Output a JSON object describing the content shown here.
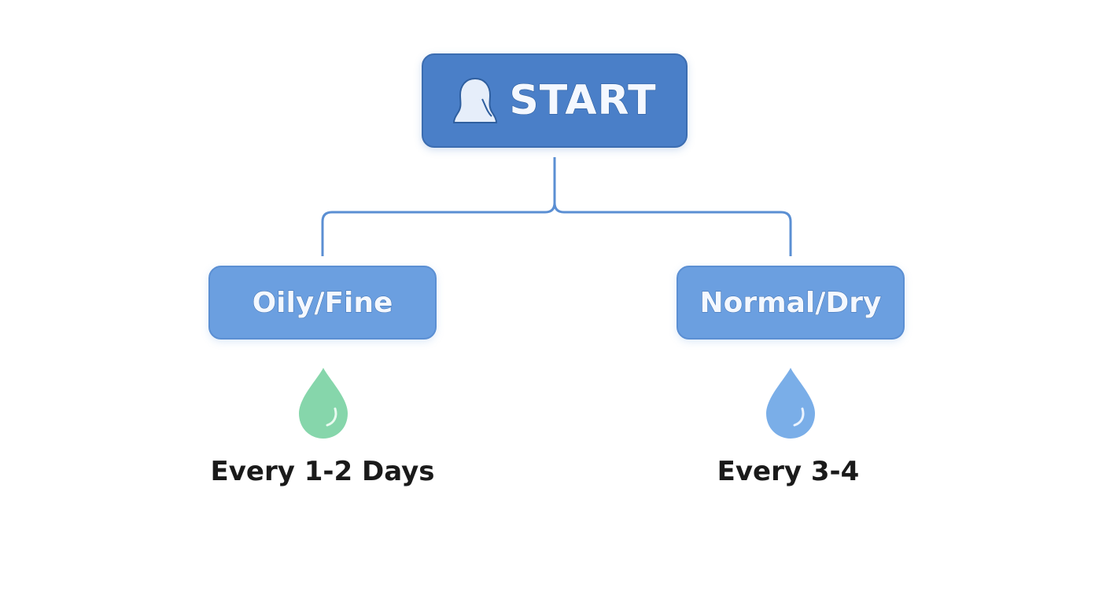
{
  "start": {
    "label": "START",
    "icon": "person-silhouette-icon"
  },
  "branches": [
    {
      "label": "Oily/Fine",
      "icon": "water-drop-icon",
      "icon_color": "#7fd3a6",
      "frequency": "Every 1-2 Days"
    },
    {
      "label": "Normal/Dry",
      "icon": "water-drop-icon",
      "icon_color": "#7aaee8",
      "frequency": "Every 3-4"
    }
  ],
  "colors": {
    "start_fill": "#4a7fc8",
    "branch_fill": "#6b9fe0",
    "connector": "#5b8fd3",
    "text_dark": "#1a1a1a"
  }
}
